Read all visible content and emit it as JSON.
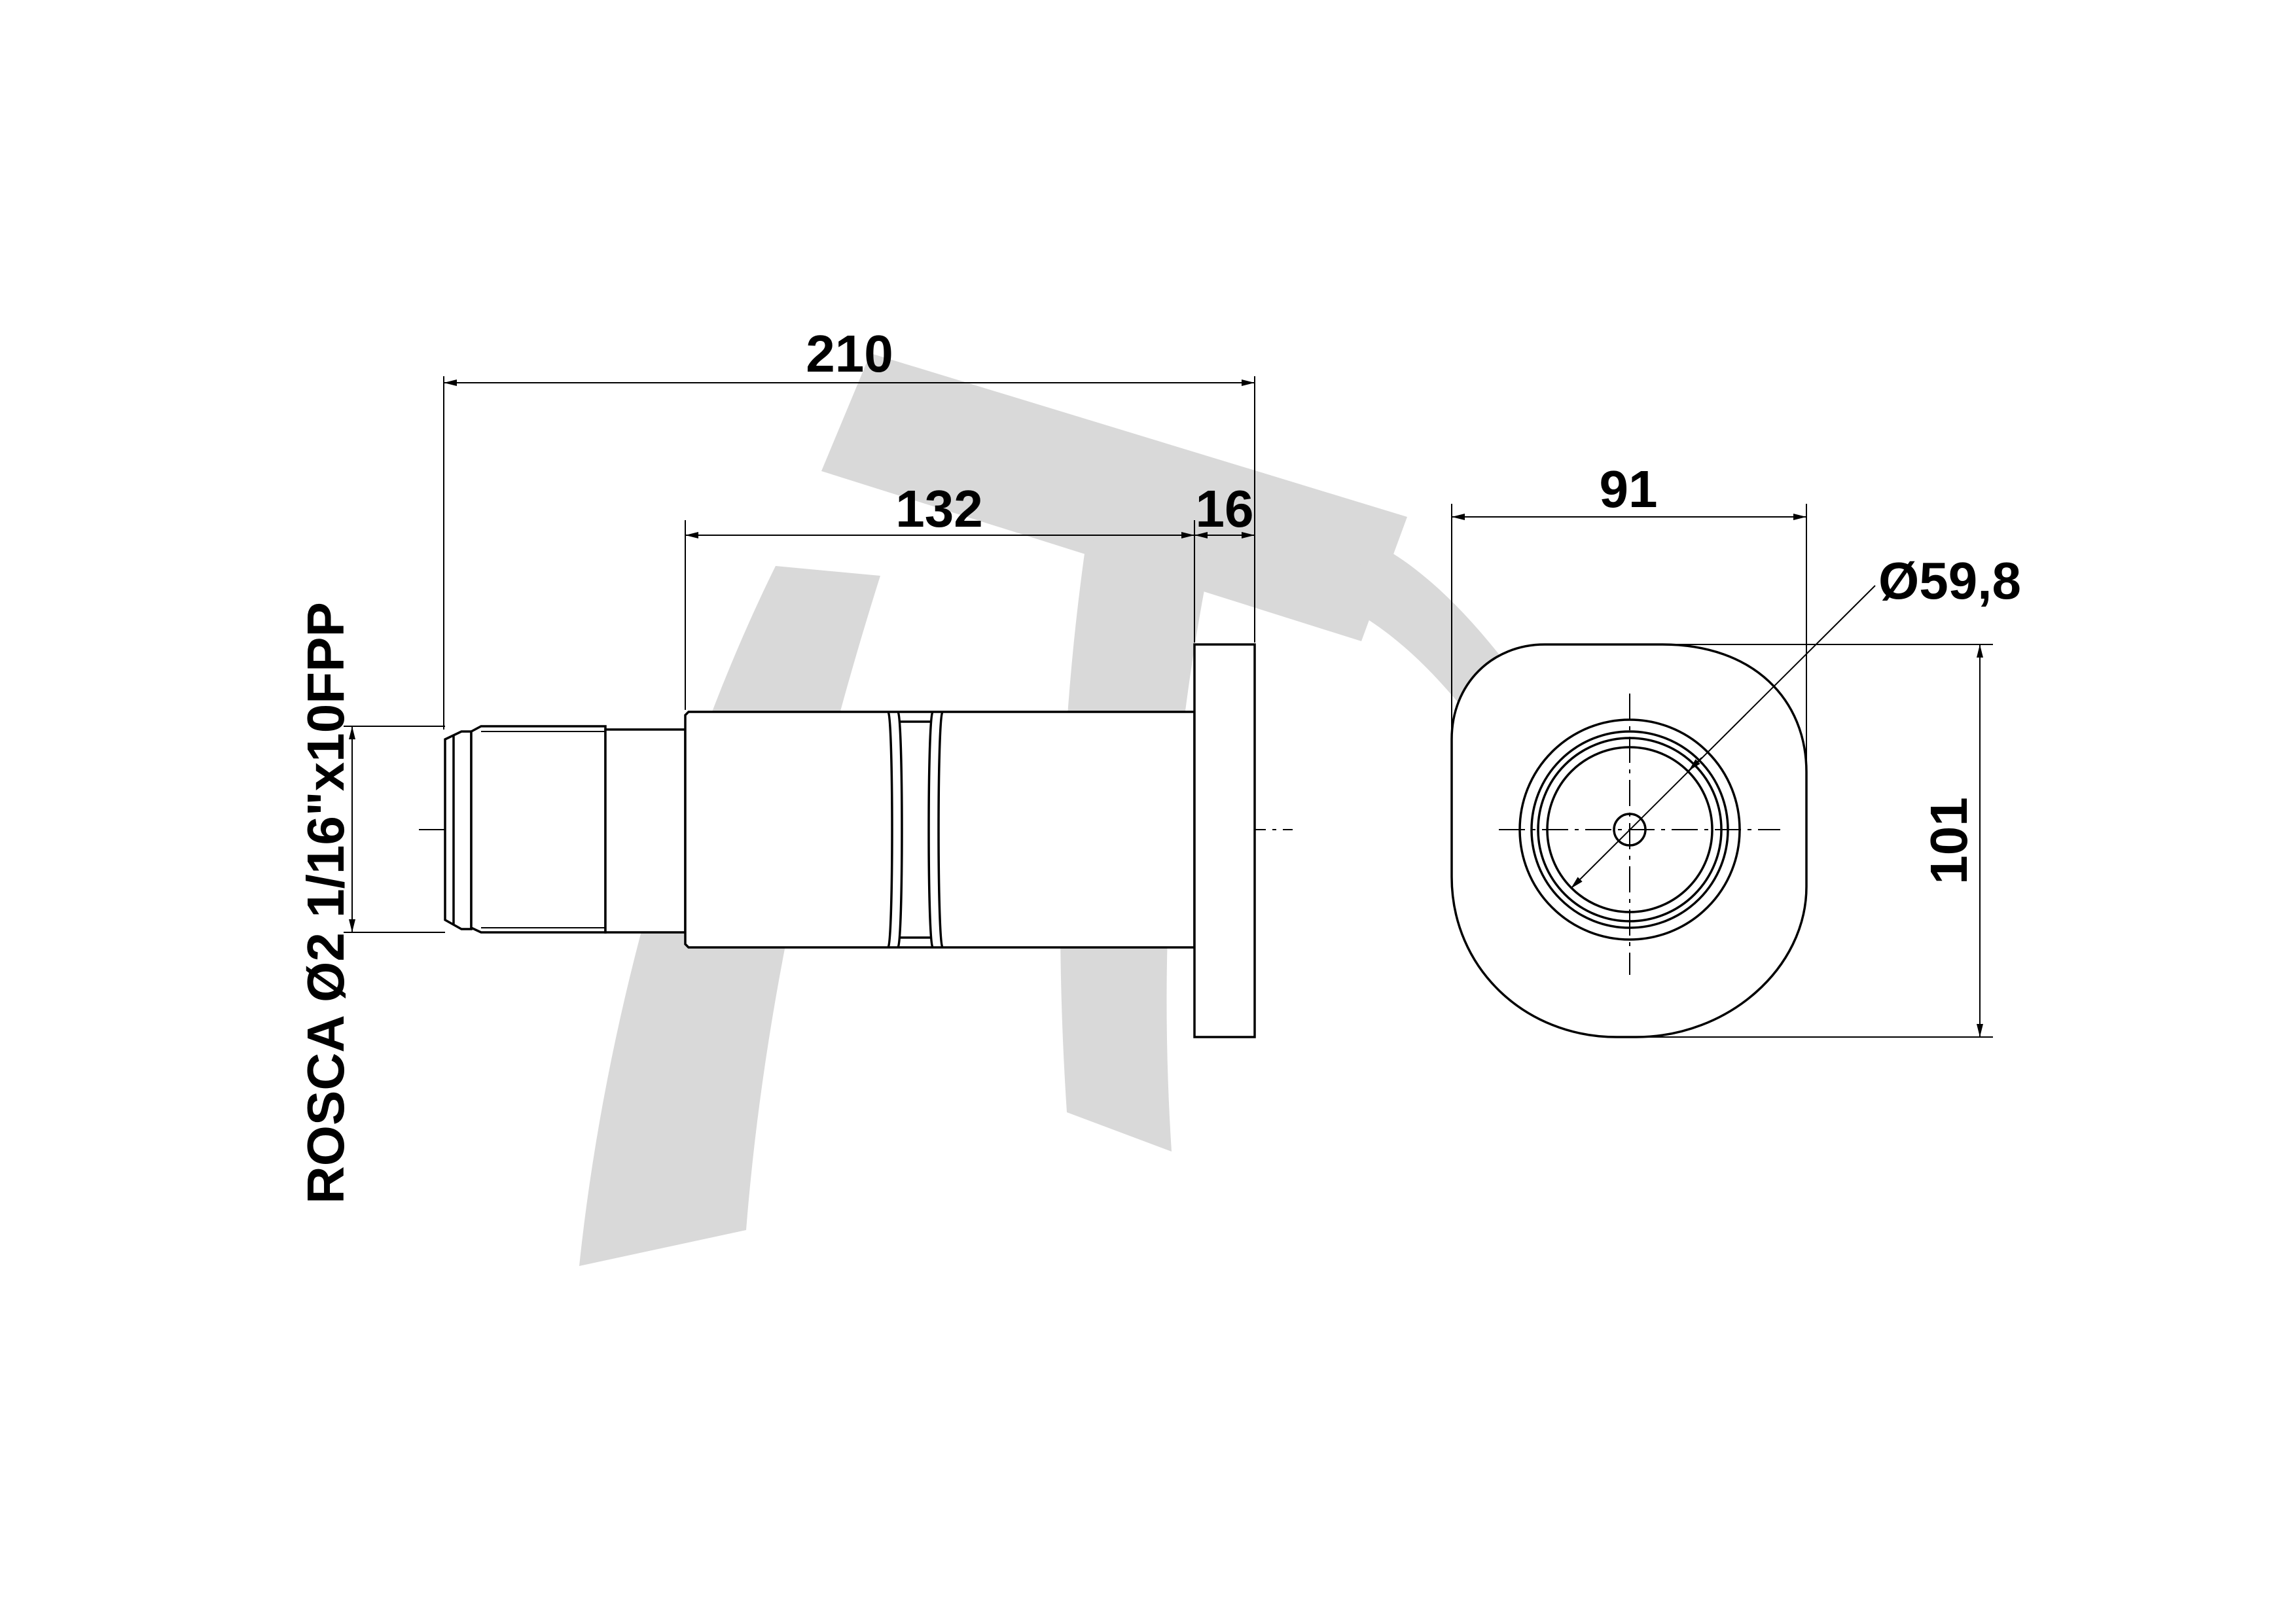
{
  "drawing": {
    "dimensions": {
      "overall_length": "210",
      "body_length": "132",
      "flange_thickness": "16",
      "flange_width": "91",
      "flange_height": "101",
      "bore_diameter": "Ø59,8"
    },
    "thread_note": "ROSCA Ø2 1/16\"x10FPP",
    "watermark_logo": "TA"
  }
}
